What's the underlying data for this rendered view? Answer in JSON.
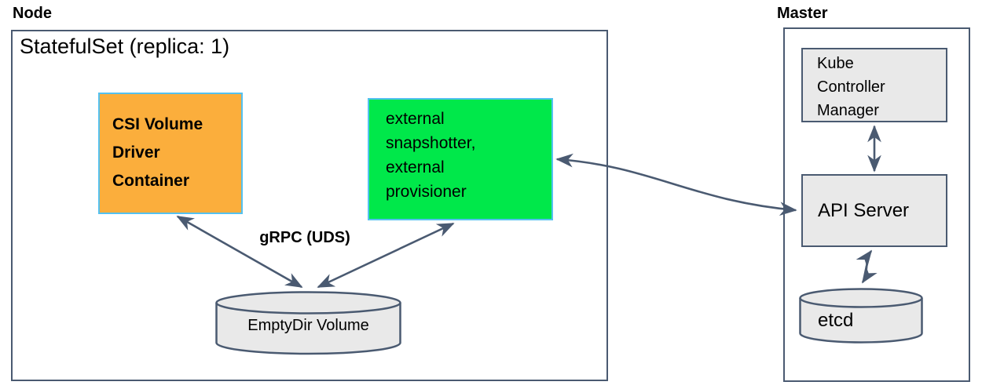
{
  "colors": {
    "box_orange": "#FBAE3C",
    "box_green": "#00E84A",
    "box_cyan_border": "#54C1F0",
    "box_gray": "#E9E9E9",
    "line_dark": "#4A5A71"
  },
  "node": {
    "label": "Node",
    "statefulset_title": "StatefulSet (replica: 1)",
    "csi_driver_label": "CSI Volume Driver Container",
    "external_label": "external snapshotter, external provisioner",
    "grpc_label": "gRPC (UDS)",
    "emptydir_label": "EmptyDir Volume"
  },
  "master": {
    "label": "Master",
    "kube_controller_manager_label": "Kube Controller Manager",
    "api_server_label": "API Server",
    "etcd_label": "etcd"
  }
}
